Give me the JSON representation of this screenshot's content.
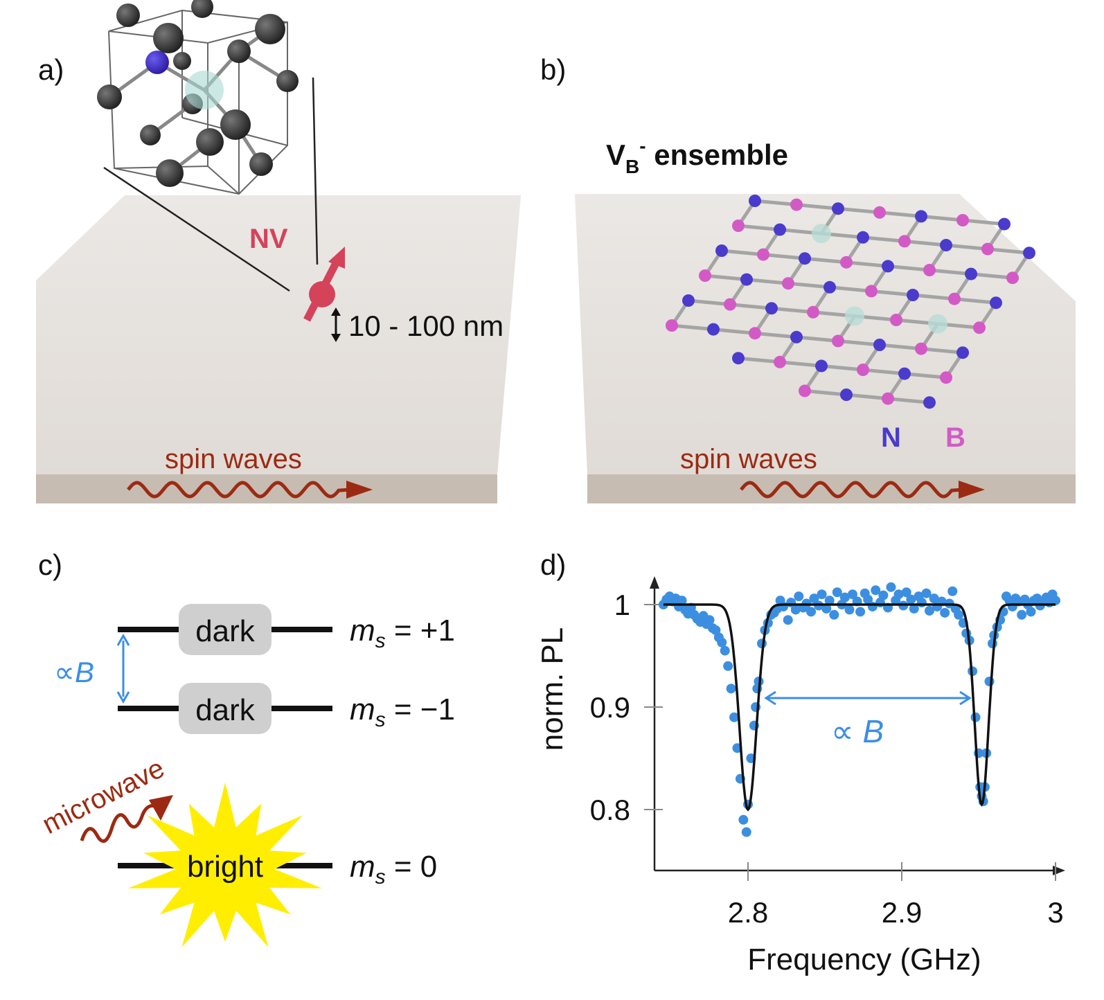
{
  "panels": {
    "a": {
      "label": "a)",
      "defect_label": "NV",
      "depth_label": "10 - 100 nm",
      "wave_label": "spin waves"
    },
    "b": {
      "label": "b)",
      "title": {
        "main": "V",
        "sub": "B",
        "sup": "-",
        "rest": " ensemble"
      },
      "atom_n": "N",
      "atom_b": "B",
      "wave_label": "spin waves"
    },
    "c": {
      "label": "c)",
      "levels": [
        {
          "state": "dark",
          "m": "m",
          "s": "s",
          "value": " = +1"
        },
        {
          "state": "dark",
          "m": "m",
          "s": "s",
          "value": " = −1"
        },
        {
          "state": "bright",
          "m": "m",
          "s": "s",
          "value": " = 0"
        }
      ],
      "splitting_label": "∝B",
      "microwave_label": "microwave"
    },
    "d": {
      "label": "d)",
      "splitting_label": "∝ B"
    }
  },
  "colors": {
    "nitrogen": "#4a3bcc",
    "boron": "#d35ac6",
    "nv": "#d4435a",
    "wave": "#9c2a12",
    "accent_blue": "#3a8ee6",
    "bright": "#ffee00",
    "slab": "#e6e2de",
    "slab_edge": "#c6bcb2"
  },
  "chart_data": {
    "type": "scatter",
    "xlabel": "Frequency (GHz)",
    "ylabel": "norm. PL",
    "xlim": [
      2.74,
      3.0
    ],
    "ylim": [
      0.741,
      1.026
    ],
    "xticks": [
      2.8,
      2.9,
      3.0
    ],
    "xtick_labels": [
      "2.8",
      "2.9",
      "3"
    ],
    "yticks": [
      0.8,
      0.9,
      1.0
    ],
    "ytick_labels": [
      "0.8",
      "0.9",
      "1"
    ],
    "fit": {
      "baseline": 1.0,
      "dips": [
        {
          "center": 2.8,
          "depth": 0.2,
          "sigma": 0.0055
        },
        {
          "center": 2.952,
          "depth": 0.195,
          "sigma": 0.0045
        }
      ]
    },
    "points": [
      [
        2.745,
        1.0
      ],
      [
        2.747,
        1.005
      ],
      [
        2.749,
        1.008
      ],
      [
        2.751,
        1.003
      ],
      [
        2.753,
        1.006
      ],
      [
        2.755,
        0.998
      ],
      [
        2.757,
        1.004
      ],
      [
        2.759,
        0.995
      ],
      [
        2.761,
        0.991
      ],
      [
        2.763,
        0.997
      ],
      [
        2.765,
        0.99
      ],
      [
        2.767,
        0.986
      ],
      [
        2.769,
        0.983
      ],
      [
        2.771,
        0.989
      ],
      [
        2.773,
        0.981
      ],
      [
        2.775,
        0.985
      ],
      [
        2.777,
        0.977
      ],
      [
        2.779,
        0.975
      ],
      [
        2.781,
        0.968
      ],
      [
        2.783,
        0.963
      ],
      [
        2.785,
        0.955
      ],
      [
        2.787,
        0.94
      ],
      [
        2.789,
        0.918
      ],
      [
        2.791,
        0.89
      ],
      [
        2.793,
        0.86
      ],
      [
        2.795,
        0.83
      ],
      [
        2.797,
        0.79
      ],
      [
        2.799,
        0.778
      ],
      [
        2.8,
        0.805
      ],
      [
        2.802,
        0.85
      ],
      [
        2.804,
        0.882
      ],
      [
        2.805,
        0.9
      ],
      [
        2.806,
        0.918
      ],
      [
        2.807,
        0.925
      ],
      [
        2.809,
        0.962
      ],
      [
        2.811,
        0.975
      ],
      [
        2.813,
        0.982
      ],
      [
        2.815,
        0.99
      ],
      [
        2.817,
        0.992
      ],
      [
        2.819,
        0.996
      ],
      [
        2.821,
        1.004
      ],
      [
        2.823,
        0.998
      ],
      [
        2.826,
        0.985
      ],
      [
        2.828,
        1.002
      ],
      [
        2.831,
        0.995
      ],
      [
        2.833,
        1.008
      ],
      [
        2.836,
        0.997
      ],
      [
        2.838,
        1.001
      ],
      [
        2.841,
        0.993
      ],
      [
        2.843,
        1.006
      ],
      [
        2.846,
        0.999
      ],
      [
        2.848,
        1.01
      ],
      [
        2.851,
        0.996
      ],
      [
        2.853,
        1.004
      ],
      [
        2.856,
        0.99
      ],
      [
        2.858,
        1.012
      ],
      [
        2.861,
        1.0
      ],
      [
        2.863,
        1.007
      ],
      [
        2.866,
        0.995
      ],
      [
        2.868,
        1.01
      ],
      [
        2.871,
        1.003
      ],
      [
        2.873,
        0.993
      ],
      [
        2.876,
        1.011
      ],
      [
        2.878,
        1.005
      ],
      [
        2.881,
        0.998
      ],
      [
        2.883,
        1.014
      ],
      [
        2.886,
        1.002
      ],
      [
        2.888,
        1.009
      ],
      [
        2.891,
        0.997
      ],
      [
        2.893,
        1.017
      ],
      [
        2.896,
        1.004
      ],
      [
        2.898,
        1.01
      ],
      [
        2.901,
        0.999
      ],
      [
        2.903,
        1.012
      ],
      [
        2.906,
        1.005
      ],
      [
        2.908,
        0.996
      ],
      [
        2.911,
        1.008
      ],
      [
        2.913,
        1.002
      ],
      [
        2.916,
        1.011
      ],
      [
        2.918,
        0.994
      ],
      [
        2.921,
        1.006
      ],
      [
        2.923,
        0.998
      ],
      [
        2.926,
        1.003
      ],
      [
        2.928,
        0.992
      ],
      [
        2.931,
        1.001
      ],
      [
        2.933,
        1.013
      ],
      [
        2.935,
        0.996
      ],
      [
        2.937,
        0.99
      ],
      [
        2.94,
        0.982
      ],
      [
        2.942,
        0.972
      ],
      [
        2.944,
        0.965
      ],
      [
        2.946,
        0.935
      ],
      [
        2.948,
        0.89
      ],
      [
        2.95,
        0.855
      ],
      [
        2.951,
        0.822
      ],
      [
        2.952,
        0.813
      ],
      [
        2.953,
        0.808
      ],
      [
        2.954,
        0.822
      ],
      [
        2.955,
        0.855
      ],
      [
        2.957,
        0.925
      ],
      [
        2.959,
        0.962
      ],
      [
        2.96,
        0.97
      ],
      [
        2.962,
        0.978
      ],
      [
        2.964,
        0.985
      ],
      [
        2.966,
        0.993
      ],
      [
        2.968,
        1.008
      ],
      [
        2.97,
        1.004
      ],
      [
        2.972,
        0.998
      ],
      [
        2.974,
        1.006
      ],
      [
        2.976,
        1.003
      ],
      [
        2.978,
        0.99
      ],
      [
        2.98,
        1.005
      ],
      [
        2.982,
        1.0
      ],
      [
        2.984,
        0.993
      ],
      [
        2.986,
        1.004
      ],
      [
        2.988,
        1.006
      ],
      [
        2.99,
        0.999
      ],
      [
        2.992,
        1.003
      ],
      [
        2.994,
        1.007
      ],
      [
        2.996,
        1.002
      ],
      [
        2.998,
        1.01
      ],
      [
        3.0,
        1.004
      ]
    ]
  }
}
